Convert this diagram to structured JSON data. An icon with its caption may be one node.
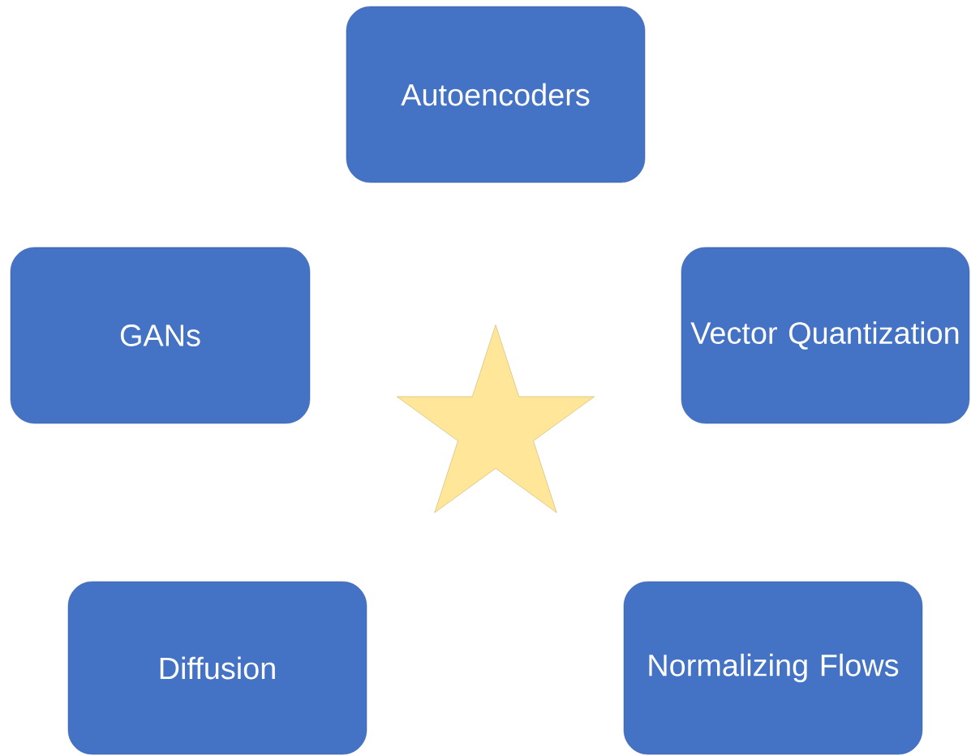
{
  "diagram": {
    "nodes": [
      {
        "text": [
          "Autoencoders"
        ]
      },
      {
        "text": [
          "GANs"
        ]
      },
      {
        "text": [
          "Vector Quantization"
        ]
      },
      {
        "text": [],
        "shape": "star"
      },
      {
        "text": [
          "Diffusion"
        ]
      },
      {
        "text": [
          "Normalizing Flows"
        ]
      }
    ]
  }
}
